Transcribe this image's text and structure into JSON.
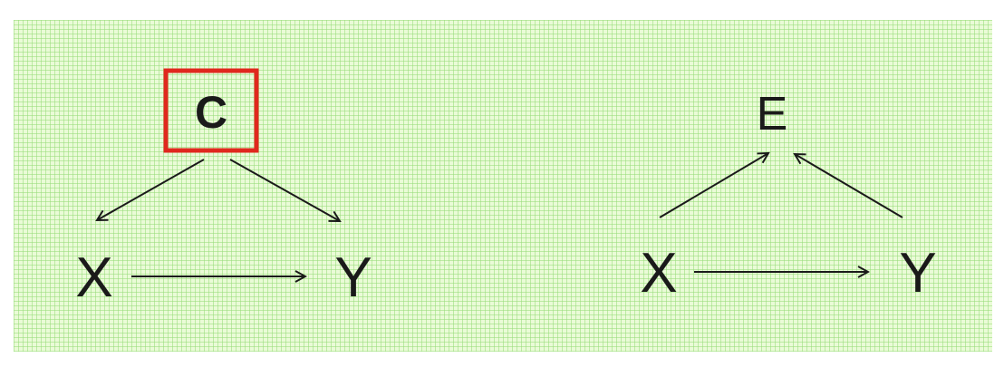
{
  "left_diagram": {
    "confounder": "C",
    "cause": "X",
    "effect": "Y"
  },
  "right_diagram": {
    "collider": "E",
    "cause": "X",
    "effect": "Y"
  },
  "colors": {
    "highlight_box": "#e0281e",
    "background": "#eafbd7",
    "grid": "#96dc78",
    "ink": "#1a1a1a"
  }
}
